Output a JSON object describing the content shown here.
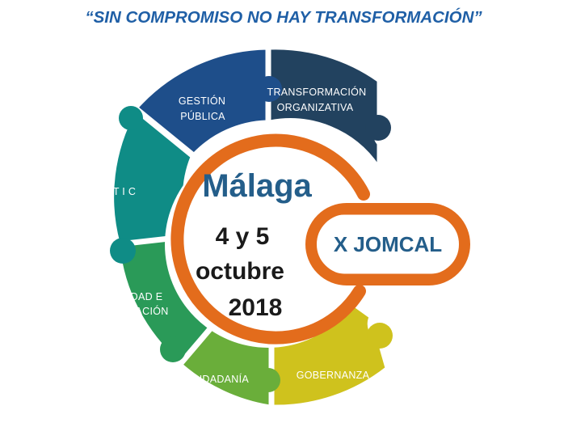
{
  "slogan": "“SIN COMPROMISO NO HAY TRANSFORMACIÓN”",
  "segments": [
    {
      "line1": "GESTIÓN",
      "line2": "PÚBLICA",
      "color": "#1e4e8a"
    },
    {
      "line1": "TRANSFORMACIÓN",
      "line2": "ORGANIZATIVA",
      "color": "#22425f"
    },
    {
      "line1": "T I C",
      "line2": "",
      "color": "#0f8c86"
    },
    {
      "line1": "CALIDAD E",
      "line2": "INNOVACIÓN",
      "color": "#2a9a58"
    },
    {
      "line1": "CIUDADANÍA",
      "line2": "",
      "color": "#6aae3a"
    },
    {
      "line1": "GOBERNANZA",
      "line2": "",
      "color": "#cfc21d"
    }
  ],
  "center": {
    "city": "Málaga",
    "date_line1": "4 y 5",
    "date_line2": "octubre",
    "year": "2018"
  },
  "event": {
    "name": "X JOMCAL"
  },
  "colors": {
    "accent": "#e36c1c",
    "ring_gap": "#ffffff"
  }
}
